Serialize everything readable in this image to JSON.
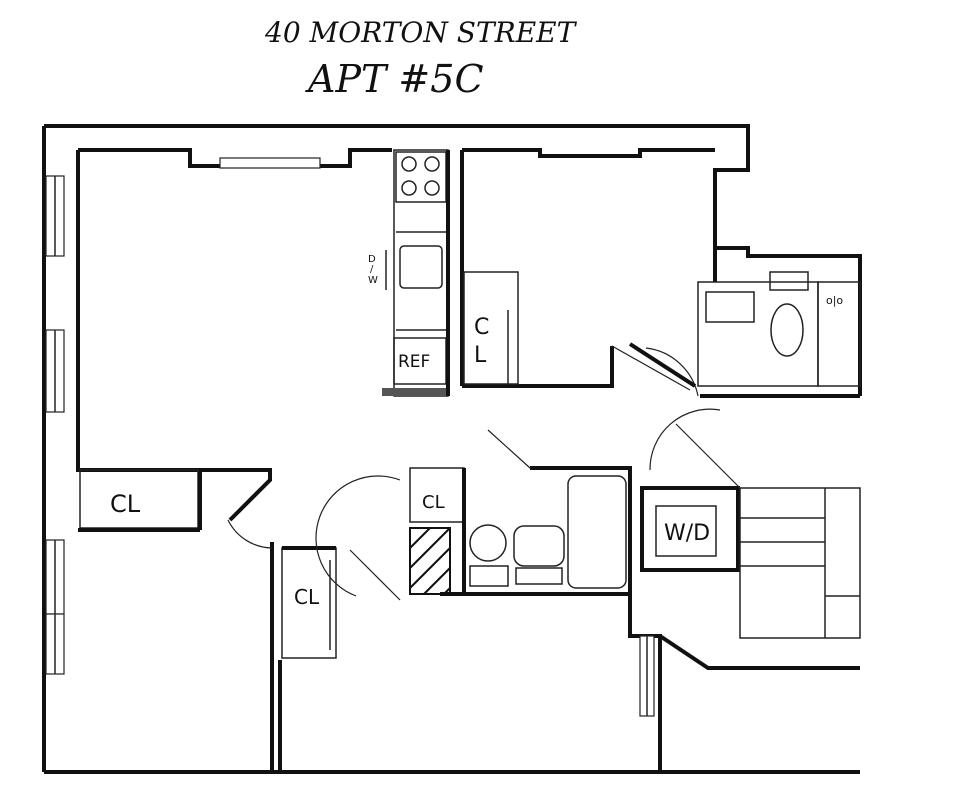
{
  "header": {
    "address": "40 MORTON STREET",
    "unit": "APT #5C"
  },
  "labels": {
    "closet_kitchen": [
      "C",
      "L"
    ],
    "closet_left": "CL",
    "closet_center": "CL",
    "closet_bath_hall": "CL",
    "refrigerator": "REF",
    "dishwasher": [
      "D",
      "/",
      "W"
    ],
    "washer_dryer": "W/D"
  },
  "colors": {
    "ink": "#111111",
    "paper": "#ffffff"
  }
}
